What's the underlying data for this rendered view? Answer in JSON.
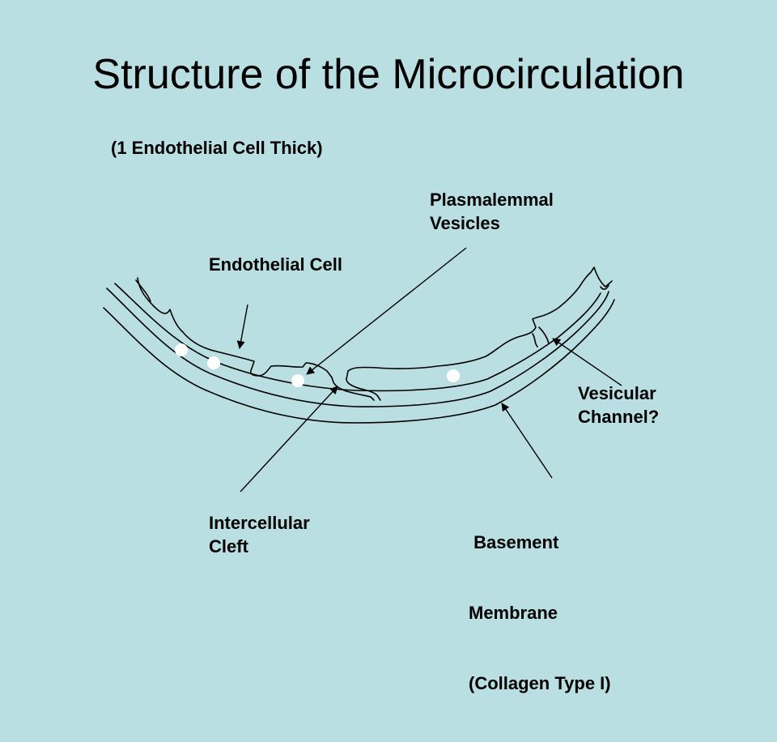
{
  "slide": {
    "title": "Structure of the Microcirculation",
    "subtitle": "(1 Endothelial Cell Thick)"
  },
  "labels": {
    "plasmalemmal": {
      "line1": "Plasmalemmal",
      "line2": "Vesicles"
    },
    "endothelial": {
      "line1": "Endothelial Cell"
    },
    "vesicular_channel": {
      "line1": "Vesicular",
      "line2": "Channel?"
    },
    "basement": {
      "line1": " Basement",
      "line2": "Membrane",
      "line3": "(Collagen Type I)"
    },
    "intercellular": {
      "line1": "Intercellular",
      "line2": "Cleft"
    }
  },
  "colors": {
    "background": "#b9dfe3",
    "ink": "#000000",
    "vesicle": "#ffffff"
  }
}
